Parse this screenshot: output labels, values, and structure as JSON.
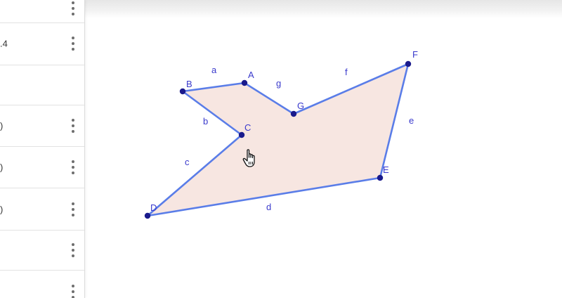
{
  "algebra": {
    "rows": [
      {
        "value": ""
      },
      {
        "value": ".4"
      },
      {
        "value": ""
      },
      {
        "value": ")"
      },
      {
        "value": ")"
      },
      {
        "value": ")"
      },
      {
        "value": ""
      },
      {
        "value": ""
      }
    ]
  },
  "graphics": {
    "points": [
      {
        "label": "A"
      },
      {
        "label": "B"
      },
      {
        "label": "C"
      },
      {
        "label": "D"
      },
      {
        "label": "E"
      },
      {
        "label": "F"
      },
      {
        "label": "G"
      }
    ],
    "segments": [
      {
        "label": "a"
      },
      {
        "label": "b"
      },
      {
        "label": "c"
      },
      {
        "label": "d"
      },
      {
        "label": "e"
      },
      {
        "label": "f"
      },
      {
        "label": "g"
      }
    ]
  },
  "colors": {
    "polygon_fill": "#f6e3de",
    "edge": "#5a7de8",
    "point": "#1a1a8c",
    "label": "#3a3acc"
  },
  "cursor": {
    "icon": "hand-pointer-icon"
  }
}
